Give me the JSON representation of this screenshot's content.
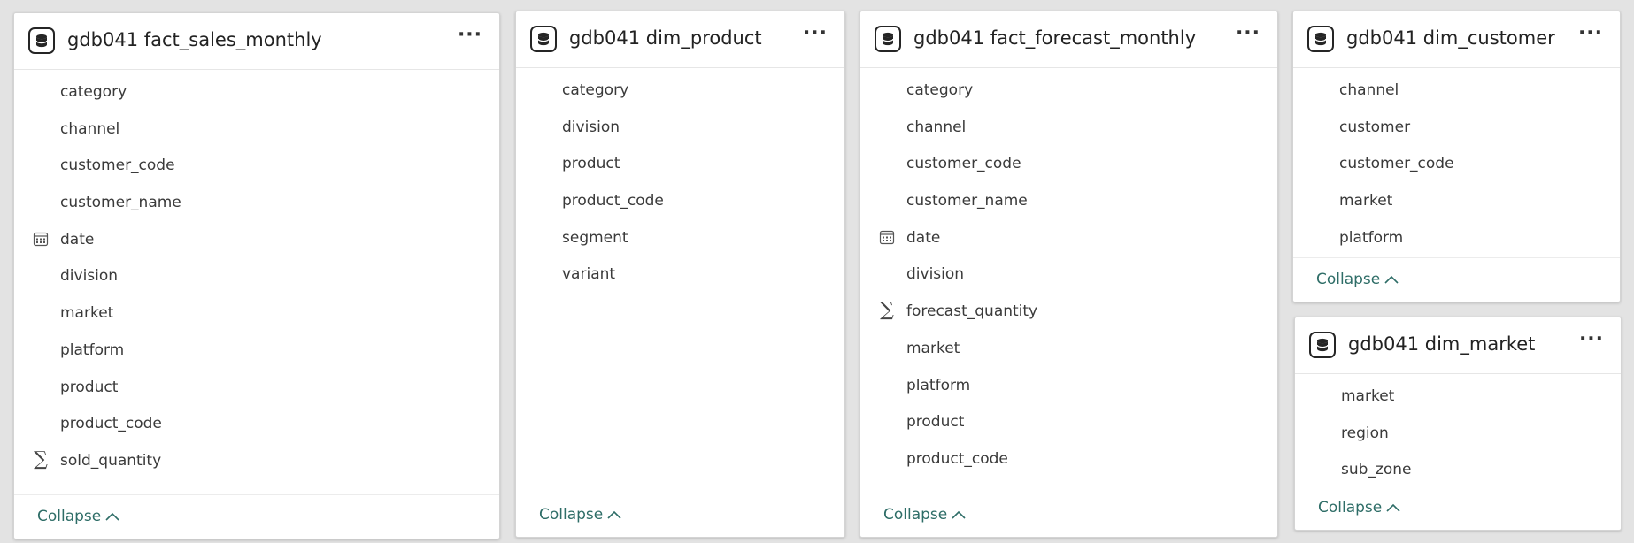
{
  "colors": {
    "accent": "#2e6d67",
    "background": "#e3e3e3",
    "card": "#ffffff"
  },
  "icons": {
    "table": "table-icon",
    "more": "more-options-icon",
    "date": "calendar-icon",
    "measure": "sigma-icon",
    "collapse": "chevron-up-icon"
  },
  "cards": [
    {
      "title": "gdb041 fact_sales_monthly",
      "more": "···",
      "collapse": "Collapse",
      "fields": [
        {
          "name": "category",
          "icon": ""
        },
        {
          "name": "channel",
          "icon": ""
        },
        {
          "name": "customer_code",
          "icon": ""
        },
        {
          "name": "customer_name",
          "icon": ""
        },
        {
          "name": "date",
          "icon": "calendar"
        },
        {
          "name": "division",
          "icon": ""
        },
        {
          "name": "market",
          "icon": ""
        },
        {
          "name": "platform",
          "icon": ""
        },
        {
          "name": "product",
          "icon": ""
        },
        {
          "name": "product_code",
          "icon": ""
        },
        {
          "name": "sold_quantity",
          "icon": "sigma"
        }
      ]
    },
    {
      "title": "gdb041 dim_product",
      "more": "···",
      "collapse": "Collapse",
      "fields": [
        {
          "name": "category",
          "icon": ""
        },
        {
          "name": "division",
          "icon": ""
        },
        {
          "name": "product",
          "icon": ""
        },
        {
          "name": "product_code",
          "icon": ""
        },
        {
          "name": "segment",
          "icon": ""
        },
        {
          "name": "variant",
          "icon": ""
        }
      ]
    },
    {
      "title": "gdb041 fact_forecast_monthly",
      "more": "···",
      "collapse": "Collapse",
      "fields": [
        {
          "name": "category",
          "icon": ""
        },
        {
          "name": "channel",
          "icon": ""
        },
        {
          "name": "customer_code",
          "icon": ""
        },
        {
          "name": "customer_name",
          "icon": ""
        },
        {
          "name": "date",
          "icon": "calendar"
        },
        {
          "name": "division",
          "icon": ""
        },
        {
          "name": "forecast_quantity",
          "icon": "sigma"
        },
        {
          "name": "market",
          "icon": ""
        },
        {
          "name": "platform",
          "icon": ""
        },
        {
          "name": "product",
          "icon": ""
        },
        {
          "name": "product_code",
          "icon": ""
        }
      ]
    },
    {
      "title": "gdb041 dim_customer",
      "more": "···",
      "collapse": "Collapse",
      "fields": [
        {
          "name": "channel",
          "icon": ""
        },
        {
          "name": "customer",
          "icon": ""
        },
        {
          "name": "customer_code",
          "icon": ""
        },
        {
          "name": "market",
          "icon": ""
        },
        {
          "name": "platform",
          "icon": ""
        }
      ]
    },
    {
      "title": "gdb041 dim_market",
      "more": "···",
      "collapse": "Collapse",
      "fields": [
        {
          "name": "market",
          "icon": ""
        },
        {
          "name": "region",
          "icon": ""
        },
        {
          "name": "sub_zone",
          "icon": ""
        }
      ]
    }
  ]
}
